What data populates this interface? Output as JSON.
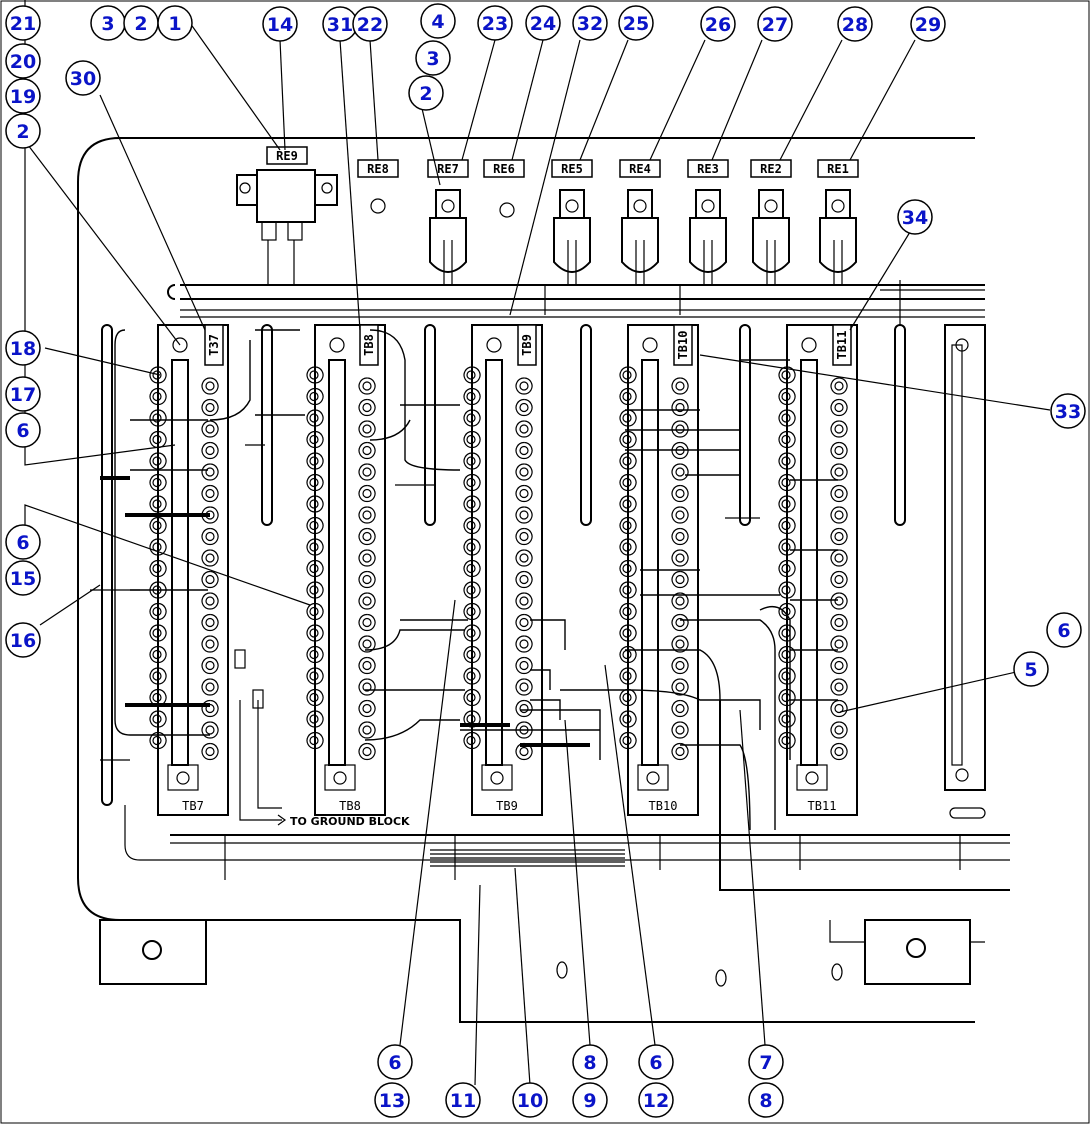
{
  "relay_labels": [
    "RE9",
    "RE8",
    "RE7",
    "RE6",
    "RE5",
    "RE4",
    "RE3",
    "RE2",
    "RE1"
  ],
  "terminal_block_labels": [
    "TB7",
    "TB8",
    "TB9",
    "TB10",
    "TB11"
  ],
  "terminal_block_tags": [
    "T37",
    "TB8",
    "TB9",
    "TB10",
    "TB11"
  ],
  "ground_note": "TO GROUND BLOCK",
  "callouts": {
    "c21": "21",
    "c20": "20",
    "c19": "19",
    "c2a": "2",
    "c3a": "3",
    "c2b": "2",
    "c1": "1",
    "c14": "14",
    "c31": "31",
    "c22": "22",
    "c4": "4",
    "c3b": "3",
    "c2c": "2",
    "c23": "23",
    "c24": "24",
    "c32": "32",
    "c25": "25",
    "c26": "26",
    "c27": "27",
    "c28": "28",
    "c29": "29",
    "c30": "30",
    "c34": "34",
    "c33": "33",
    "c18": "18",
    "c17": "17",
    "c6a": "6",
    "c6b": "6",
    "c15": "15",
    "c16": "16",
    "c5": "5",
    "c6c": "6",
    "c6d": "6",
    "c13": "13",
    "c11": "11",
    "c10": "10",
    "c8a": "8",
    "c9": "9",
    "c6e": "6",
    "c12": "12",
    "c7": "7",
    "c8b": "8"
  }
}
